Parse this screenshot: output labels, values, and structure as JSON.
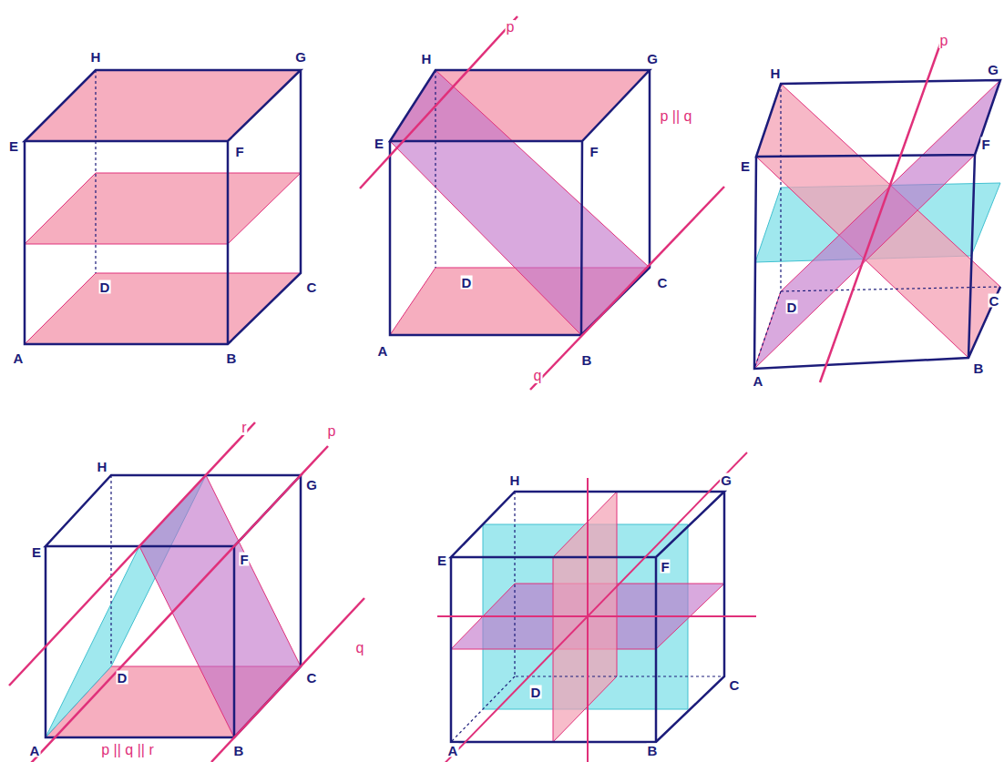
{
  "diagram": {
    "labels": [
      "H",
      "G",
      "E",
      "F",
      "D",
      "C",
      "A",
      "B",
      "p",
      "H",
      "G",
      "E",
      "F",
      "p || q",
      "D",
      "C",
      "A",
      "B",
      "q",
      "H",
      "p",
      "G",
      "E",
      "F",
      "D",
      "C",
      "A",
      "B",
      "H",
      "r",
      "p",
      "G",
      "E",
      "F",
      "q",
      "D",
      "C",
      "A",
      "p || q || r",
      "B",
      "H",
      "G",
      "E",
      "F",
      "D",
      "C",
      "A",
      "B"
    ]
  }
}
